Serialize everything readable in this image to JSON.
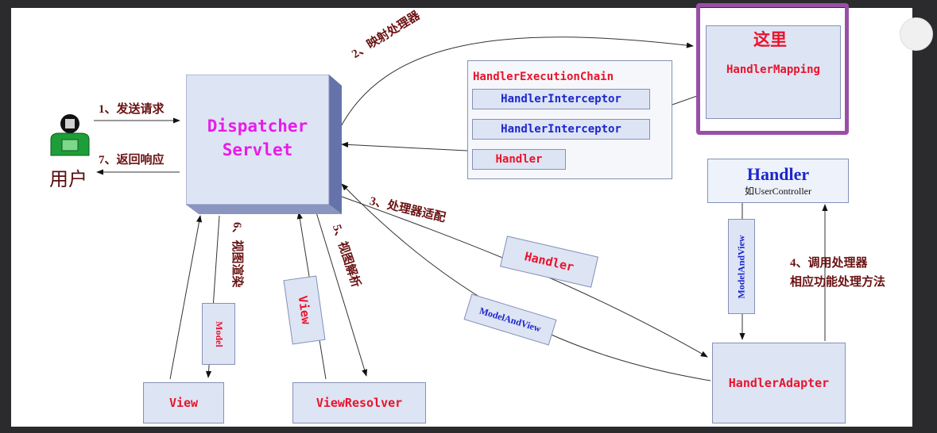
{
  "user": {
    "label": "用户"
  },
  "dispatcher": {
    "line1": "Dispatcher",
    "line2": "Servlet"
  },
  "chain": {
    "title": "HandlerExecutionChain",
    "items": [
      "HandlerInterceptor",
      "HandlerInterceptor",
      "Handler"
    ]
  },
  "mapping": {
    "highlight": "这里",
    "label": "HandlerMapping"
  },
  "handler_box": {
    "title": "Handler",
    "subtitle": "如UserController"
  },
  "adapter": {
    "label": "HandlerAdapter"
  },
  "view": {
    "label": "View"
  },
  "resolver": {
    "label": "ViewResolver"
  },
  "floating": {
    "handler": "Handler",
    "model_and_view": "ModelAndView",
    "model_and_view_vertical": "ModelAndView",
    "model": "Model",
    "view": "View"
  },
  "steps": {
    "s1": "1、发送请求",
    "s2": "2、映射处理器",
    "s3": "3、处理器适配",
    "s4_line1": "4、调用处理器",
    "s4_line2": "相应功能处理方法",
    "s5": "5、视图解析",
    "s6": "6、视图渲染",
    "s7": "7、返回响应"
  },
  "colors": {
    "highlight_border": "#9a4fa6",
    "label_red": "#e8142c",
    "label_blue": "#1c26cc",
    "title_magenta": "#e81ce8"
  }
}
